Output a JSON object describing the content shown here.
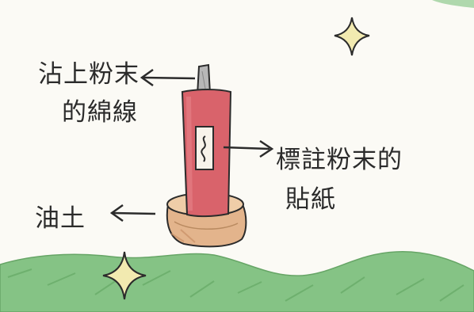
{
  "labels": {
    "thread": {
      "line1": "沾上粉末",
      "line2": "的綿線"
    },
    "sticker": {
      "line1": "標註粉末的",
      "line2": "貼紙"
    },
    "clay": "油土"
  },
  "colors": {
    "paper": "#fbfaf5",
    "tube_red": "#d9636b",
    "clay_orange": "#e3b48c",
    "hills_green": "#7cbf7c",
    "sparkle_yellow": "#f2eab0",
    "ink": "#2b2b2b"
  },
  "icons": [
    "sparkle-icon",
    "arrow-left-icon",
    "arrow-right-icon"
  ]
}
